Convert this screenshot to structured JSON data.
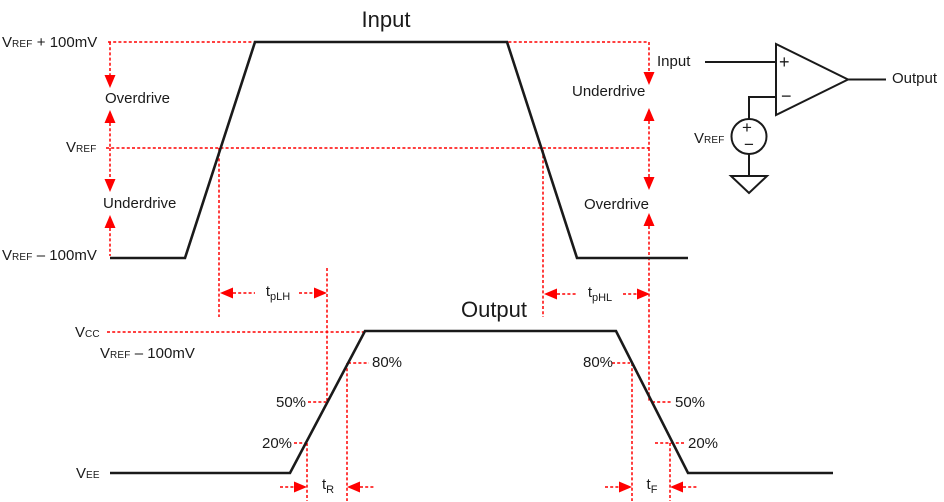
{
  "colors": {
    "annotation": "#ff0000",
    "ink": "#1a1a1a",
    "background": "#ffffff"
  },
  "input_section": {
    "title": "Input",
    "high_label": {
      "base": "V",
      "sub": "REF",
      "rest": " + 100mV"
    },
    "ref_label": {
      "base": "V",
      "sub": "REF"
    },
    "low_label": {
      "base": "V",
      "sub": "REF",
      "rest": " – 100mV"
    },
    "overdrive_left": "Overdrive",
    "underdrive_left": "Underdrive",
    "underdrive_right": "Underdrive",
    "overdrive_right": "Overdrive"
  },
  "output_section": {
    "title": "Output",
    "vcc_label": {
      "base": "V",
      "sub": "CC"
    },
    "ref_minus_label": {
      "base": "V",
      "sub": "REF",
      "rest": " – 100mV"
    },
    "vee_label": {
      "base": "V",
      "sub": "EE"
    },
    "rise": {
      "p80": "80%",
      "p50": "50%",
      "p20": "20%"
    },
    "fall": {
      "p80": "80%",
      "p50": "50%",
      "p20": "20%"
    }
  },
  "timing_labels": {
    "tplh": {
      "base": "t",
      "sub": "pLH"
    },
    "tphl": {
      "base": "t",
      "sub": "pHL"
    },
    "tr": {
      "base": "t",
      "sub": "R"
    },
    "tf": {
      "base": "t",
      "sub": "F"
    }
  },
  "schematic": {
    "input_label": "Input",
    "output_label": "Output",
    "vref_label": {
      "base": "V",
      "sub": "REF"
    },
    "noninverting_sign": "+",
    "inverting_sign": "−",
    "source_plus_sign": "+",
    "source_minus_sign": "−"
  }
}
